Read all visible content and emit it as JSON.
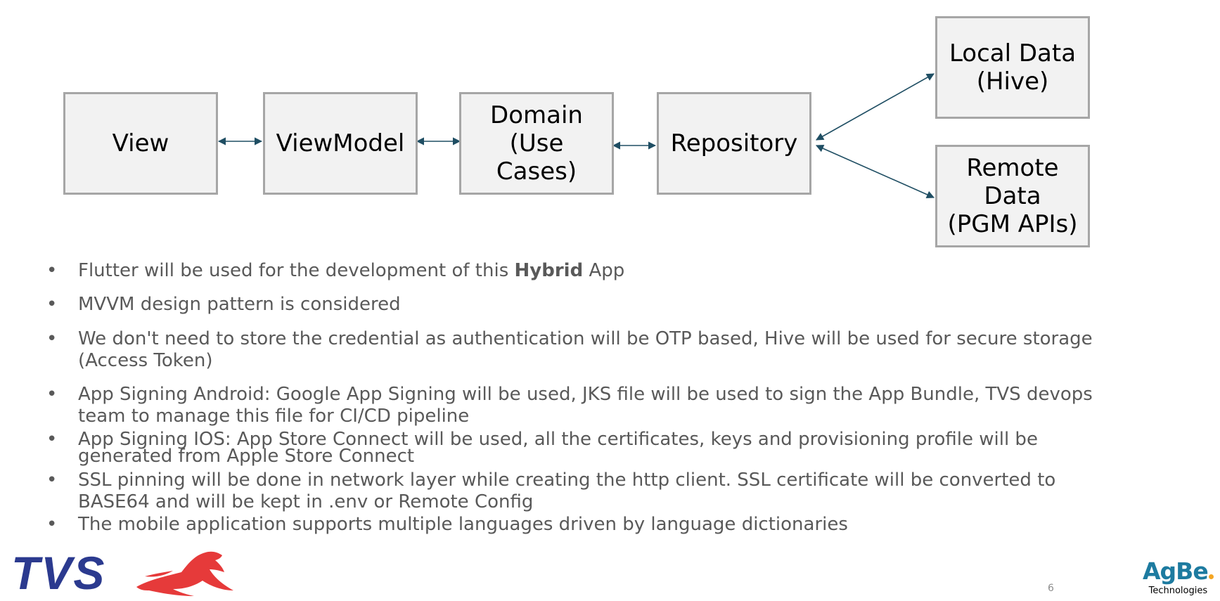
{
  "diagram": {
    "nodes": [
      {
        "id": "view",
        "label": "View"
      },
      {
        "id": "viewmodel",
        "label": "ViewModel"
      },
      {
        "id": "domain",
        "label": "Domain\n(Use\nCases)"
      },
      {
        "id": "repository",
        "label": "Repository"
      },
      {
        "id": "local",
        "label": "Local Data\n(Hive)"
      },
      {
        "id": "remote",
        "label": "Remote\nData\n(PGM APIs)"
      }
    ],
    "edges": [
      {
        "from": "view",
        "to": "viewmodel",
        "direction": "both"
      },
      {
        "from": "viewmodel",
        "to": "domain",
        "direction": "both"
      },
      {
        "from": "domain",
        "to": "repository",
        "direction": "both"
      },
      {
        "from": "repository",
        "to": "local",
        "direction": "both"
      },
      {
        "from": "repository",
        "to": "remote",
        "direction": "both"
      }
    ],
    "arrow_color": "#1f4e63"
  },
  "bullets": [
    {
      "pre": "Flutter will be used for the development of this ",
      "bold": "Hybrid",
      "post": " App"
    },
    {
      "text": "MVVM design pattern is considered"
    },
    {
      "text": "We don't need to store the credential as authentication will be OTP based, Hive will be used for secure storage (Access Token)"
    },
    {
      "text": "App Signing  Android: Google App Signing will be used, JKS file will be used to sign the App Bundle, TVS devops team to manage this file for CI/CD pipeline"
    },
    {
      "text": "App Signing IOS: App Store Connect will be used, all the certificates,  keys and provisioning profile will be generated  from Apple Store Connect"
    },
    {
      "text": "SSL pinning will be done in network layer while creating  the http client. SSL certificate will be converted to BASE64  and will be kept in .env or Remote Config"
    },
    {
      "text": "The mobile application supports multiple languages driven by language dictionaries"
    }
  ],
  "footer": {
    "tvs_logo": "TVS",
    "page_number": "6",
    "agbe_logo": "AgBe",
    "agbe_sub": "Technologies"
  },
  "colors": {
    "box_fill": "#f2f2f2",
    "box_border": "#a6a6a6",
    "bullet_text": "#595959",
    "tvs_blue": "#2b3a8f",
    "tvs_red": "#e63a3a",
    "agbe_blue": "#1d7ba0"
  }
}
